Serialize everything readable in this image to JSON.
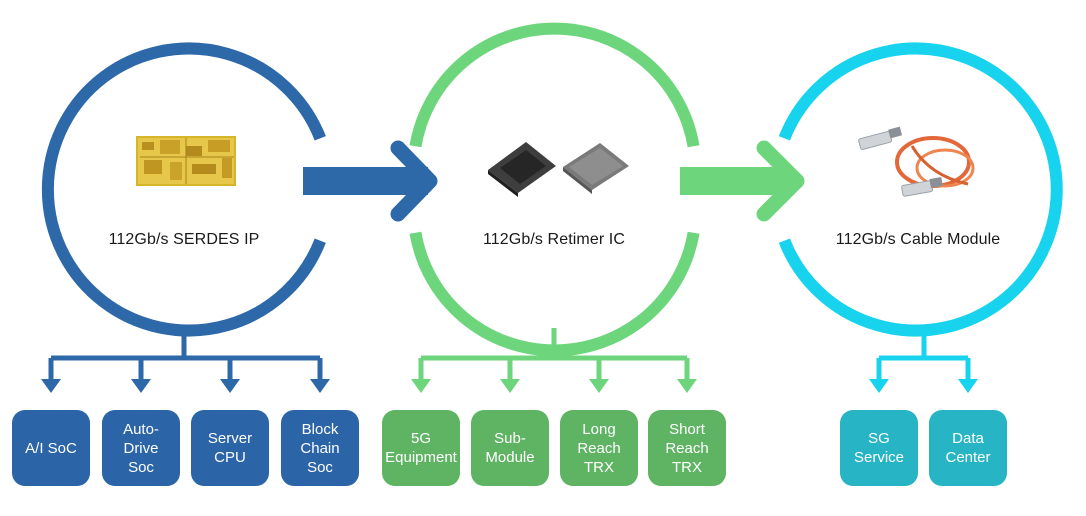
{
  "colors": {
    "blue": "#2d68a9",
    "green": "#6dd67d",
    "cyan": "#17d3ee",
    "box_blue": "#2b64a7",
    "box_green": "#5fb464",
    "box_cyan": "#27b4c5"
  },
  "stages": [
    {
      "key": "serdes",
      "title": "112Gb/s SERDES IP",
      "icon": "serdes-chip-icon",
      "color": "blue",
      "box_color": "box_blue",
      "applications": [
        "A/I SoC",
        "Auto-\nDrive\nSoc",
        "Server\nCPU",
        "Block\nChain\nSoc"
      ]
    },
    {
      "key": "retimer",
      "title": "112Gb/s Retimer IC",
      "icon": "retimer-chips-icon",
      "color": "green",
      "box_color": "box_green",
      "applications": [
        "5G\nEquipment",
        "Sub-\nModule",
        "Long\nReach\nTRX",
        "Short\nReach\nTRX"
      ]
    },
    {
      "key": "cable",
      "title": "112Gb/s Cable Module",
      "icon": "cable-module-icon",
      "color": "cyan",
      "box_color": "box_cyan",
      "applications": [
        "SG\nService",
        "Data\nCenter"
      ]
    }
  ]
}
